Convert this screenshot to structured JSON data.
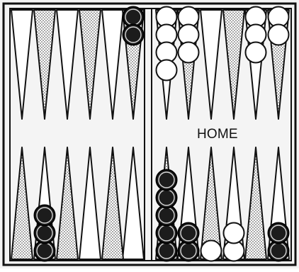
{
  "board": {
    "home_label": "HOME",
    "colors": {
      "background": "#f4f4f4",
      "frame": "#111111",
      "light_point": "#ffffff",
      "dark_point_pattern": "stipple",
      "white_checker": "#ffffff",
      "black_checker": "#1c1c1c"
    },
    "points": [
      {
        "point": 1,
        "checkers": 2,
        "color": "black"
      },
      {
        "point": 2,
        "checkers": 0,
        "color": null
      },
      {
        "point": 3,
        "checkers": 2,
        "color": "white"
      },
      {
        "point": 4,
        "checkers": 1,
        "color": "white"
      },
      {
        "point": 5,
        "checkers": 2,
        "color": "black"
      },
      {
        "point": 6,
        "checkers": 5,
        "color": "black"
      },
      {
        "point": 7,
        "checkers": 0,
        "color": null
      },
      {
        "point": 8,
        "checkers": 0,
        "color": null
      },
      {
        "point": 9,
        "checkers": 0,
        "color": null
      },
      {
        "point": 10,
        "checkers": 0,
        "color": null
      },
      {
        "point": 11,
        "checkers": 3,
        "color": "black"
      },
      {
        "point": 12,
        "checkers": 0,
        "color": null
      },
      {
        "point": 13,
        "checkers": 0,
        "color": null
      },
      {
        "point": 14,
        "checkers": 0,
        "color": null
      },
      {
        "point": 15,
        "checkers": 0,
        "color": null
      },
      {
        "point": 16,
        "checkers": 0,
        "color": null
      },
      {
        "point": 17,
        "checkers": 0,
        "color": null
      },
      {
        "point": 18,
        "checkers": 2,
        "color": "black"
      },
      {
        "point": 19,
        "checkers": 4,
        "color": "white"
      },
      {
        "point": 20,
        "checkers": 3,
        "color": "white"
      },
      {
        "point": 21,
        "checkers": 0,
        "color": null
      },
      {
        "point": 22,
        "checkers": 0,
        "color": null
      },
      {
        "point": 23,
        "checkers": 3,
        "color": "white"
      },
      {
        "point": 24,
        "checkers": 2,
        "color": "white"
      }
    ]
  }
}
